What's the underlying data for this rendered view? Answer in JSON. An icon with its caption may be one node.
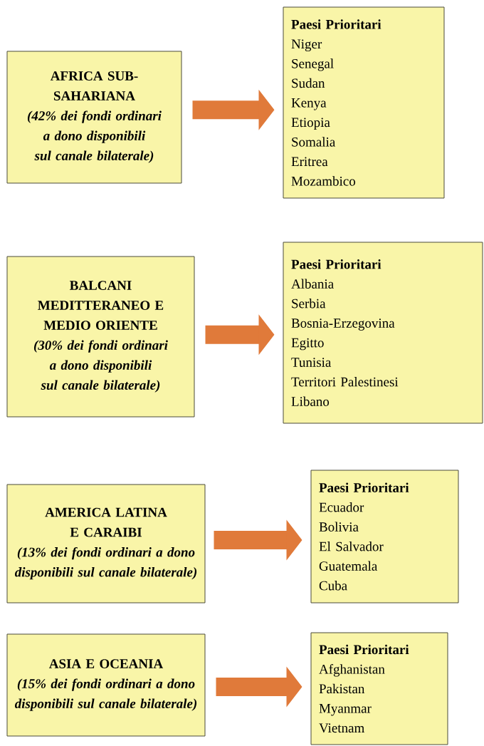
{
  "diagram": {
    "nodes": [
      {
        "text": [
          "AFRICA SUB-SAHARIANA",
          "(42% dei fondi ordinari a dono disponibili sul canale bilaterale)"
        ]
      },
      {
        "text": [
          "Paesi Prioritari",
          "Niger",
          "Senegal",
          "Sudan",
          "Kenya",
          "Etiopia",
          "Somalia",
          "Eritrea",
          "Mozambico"
        ]
      },
      {
        "text": [
          "BALCANI MEDITTERANEO E MEDIO ORIENTE",
          "(30% dei fondi ordinari a dono disponibili sul canale bilaterale)"
        ]
      },
      {
        "text": [
          "Paesi Prioritari",
          "Albania",
          "Serbia",
          "Bosnia-Erzegovina",
          "Egitto",
          "Tunisia",
          "Territori Palestinesi",
          "Libano"
        ]
      },
      {
        "text": [
          "AMERICA LATINA E CARAIBI",
          "(13% dei fondi ordinari a dono disponibili sul canale bilaterale)"
        ]
      },
      {
        "text": [
          "Paesi Prioritari",
          "Ecuador",
          "Bolivia",
          "El Salvador",
          "Guatemala",
          "Cuba"
        ]
      },
      {
        "text": [
          "ASIA E OCEANIA",
          "(15% dei fondi ordinari a dono disponibili sul canale bilaterale)"
        ]
      },
      {
        "text": [
          "Paesi Prioritari",
          "Afghanistan",
          "Pakistan",
          "Myanmar",
          "Vietnam"
        ]
      }
    ],
    "edges": [
      {
        "from": 0,
        "to": 1,
        "arrow": "to"
      },
      {
        "from": 2,
        "to": 3,
        "arrow": "to"
      },
      {
        "from": 4,
        "to": 5,
        "arrow": "to"
      },
      {
        "from": 6,
        "to": 7,
        "arrow": "to"
      }
    ]
  }
}
